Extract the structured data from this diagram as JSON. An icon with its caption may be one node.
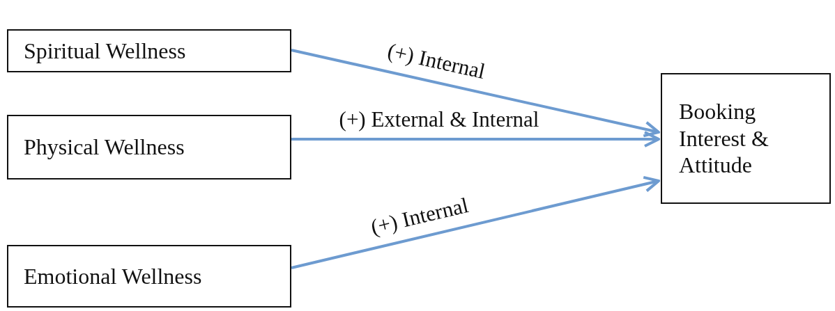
{
  "diagram": {
    "nodes": [
      {
        "text": [
          "Spiritual Wellness"
        ]
      },
      {
        "text": [
          "Physical Wellness"
        ]
      },
      {
        "text": [
          "Emotional Wellness"
        ]
      },
      {
        "text": [
          "Booking Interest & Attitude"
        ]
      }
    ],
    "edges": [
      {
        "from": 0,
        "to": 3,
        "arrow": "to",
        "label": "(+) Internal"
      },
      {
        "from": 1,
        "to": 3,
        "arrow": "to",
        "label": "(+) External & Internal"
      },
      {
        "from": 2,
        "to": 3,
        "arrow": "to",
        "label": "(+) Internal"
      }
    ]
  }
}
